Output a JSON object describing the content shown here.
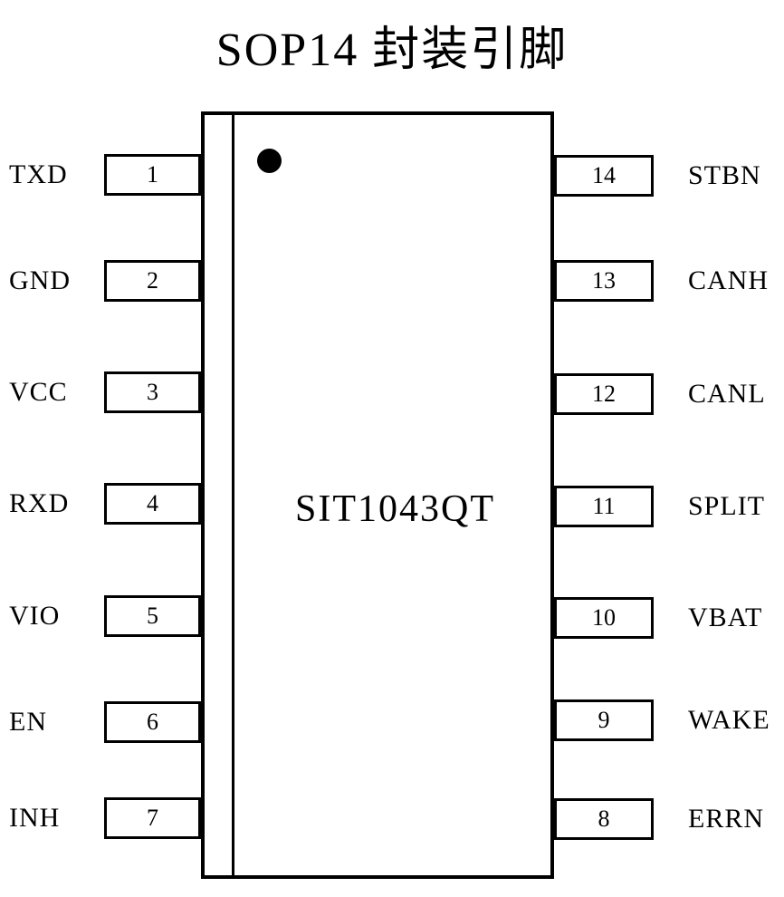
{
  "title": "SOP14 封装引脚",
  "chip": {
    "name": "SIT1043QT",
    "package": "SOP14"
  },
  "pins": {
    "left": [
      {
        "number": "1",
        "name": "TXD"
      },
      {
        "number": "2",
        "name": "GND"
      },
      {
        "number": "3",
        "name": "VCC"
      },
      {
        "number": "4",
        "name": "RXD"
      },
      {
        "number": "5",
        "name": "VIO"
      },
      {
        "number": "6",
        "name": "EN"
      },
      {
        "number": "7",
        "name": "INH"
      }
    ],
    "right": [
      {
        "number": "14",
        "name": "STBN"
      },
      {
        "number": "13",
        "name": "CANH"
      },
      {
        "number": "12",
        "name": "CANL"
      },
      {
        "number": "11",
        "name": "SPLIT"
      },
      {
        "number": "10",
        "name": "VBAT"
      },
      {
        "number": "9",
        "name": "WAKE"
      },
      {
        "number": "8",
        "name": "ERRN"
      }
    ]
  },
  "colors": {
    "line": "#000000",
    "background": "#ffffff"
  }
}
